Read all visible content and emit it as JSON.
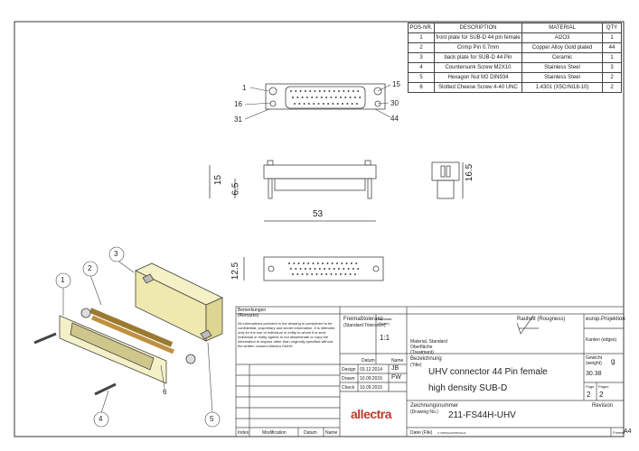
{
  "bom": {
    "headers": {
      "pos": "POS-NR.",
      "desc": "DESCRIPTION",
      "mat": "MATERIAL",
      "qty": "QTY"
    },
    "rows": [
      {
        "pos": "1",
        "desc": "front plate for SUB-D 44 pin female",
        "mat": "Al2O3",
        "qty": "1"
      },
      {
        "pos": "2",
        "desc": "Crimp Pin 0.7mm",
        "mat": "Copper Alloy Gold plated",
        "qty": "44"
      },
      {
        "pos": "3",
        "desc": "back plate for SUB-D 44 Pin",
        "mat": "Ceramic",
        "qty": "1"
      },
      {
        "pos": "4",
        "desc": "Countersunk Screw M2X10",
        "mat": "Stainless Steel",
        "qty": "3"
      },
      {
        "pos": "5",
        "desc": "Hexagon Nut M2 DIN934",
        "mat": "Stainless Steel",
        "qty": "2"
      },
      {
        "pos": "6",
        "desc": "Slotted Cheese Screw 4-40 UNC",
        "mat": "1.4301 (X5CrNi18-10)",
        "qty": "2"
      }
    ]
  },
  "views": {
    "top_labels": {
      "a": "1",
      "b": "15",
      "c": "16",
      "d": "30",
      "e": "31",
      "f": "44"
    },
    "dims": {
      "length": "53",
      "height": "15",
      "sub": "6.5",
      "side": "16.5",
      "bottom": "12.5"
    },
    "callouts": [
      "1",
      "2",
      "3",
      "4",
      "5",
      "6"
    ]
  },
  "title_block": {
    "remarks": "Bemerkungen\n(Remarks)",
    "disclaimer": "All informations provided in the drawing is considered to be confidential, proprietary and secret information. It is intended only for the use of individual or entity to whom it is sent. Individual or entity agrees to not disseminate or copy the information to anyone other than originally specified without the written consent Allectra GmbH.",
    "tolerance_de": "Freimaßtoleranz",
    "tolerance_en": "(Standard Tolerance)",
    "scale_label": "Maßstab\n(Scale)",
    "scale": "1:1",
    "roughness": "Rauheit (Rougness)",
    "projection": "europ.Projektion",
    "material": "Material, Standard",
    "surface": "Oberfläche",
    "treatment": "(Treatment)",
    "edges": "Kanten (edges)",
    "weight_label": "Gewicht\n(weight)",
    "weight_unit": "g",
    "weight": "30.38",
    "date_header": "Datum",
    "name_header": "Name",
    "design_label": "Design",
    "design_date": "03.12.2014",
    "design_name": "JB",
    "drawn_label": "Drawn",
    "drawn_date": "10.09.2015",
    "drawn_name": "FW",
    "check_label": "Check",
    "check_date": "10.09.2015",
    "bez_label": "Bezeichnung",
    "title_label": "(Title)",
    "title_line1": "UHV connector 44 Pin female",
    "title_line2": "high density SUB-D",
    "page_label": "Page",
    "pages_label": "Pages",
    "page": "2",
    "pages": "2",
    "logo": "allectra",
    "drawno_label": "Zeichnungsnummer",
    "drawno_sub": "(Drawing No.)",
    "drawno": "211-FS44H-UHV",
    "revision": "Revision",
    "index": "Index",
    "modification": "Modification",
    "datum": "Datum",
    "name": "Name",
    "file_label": "Datei (File)",
    "file_value": "C:\\PDMVault\\PDMVault",
    "format_label": "Format:",
    "format": "A4"
  }
}
